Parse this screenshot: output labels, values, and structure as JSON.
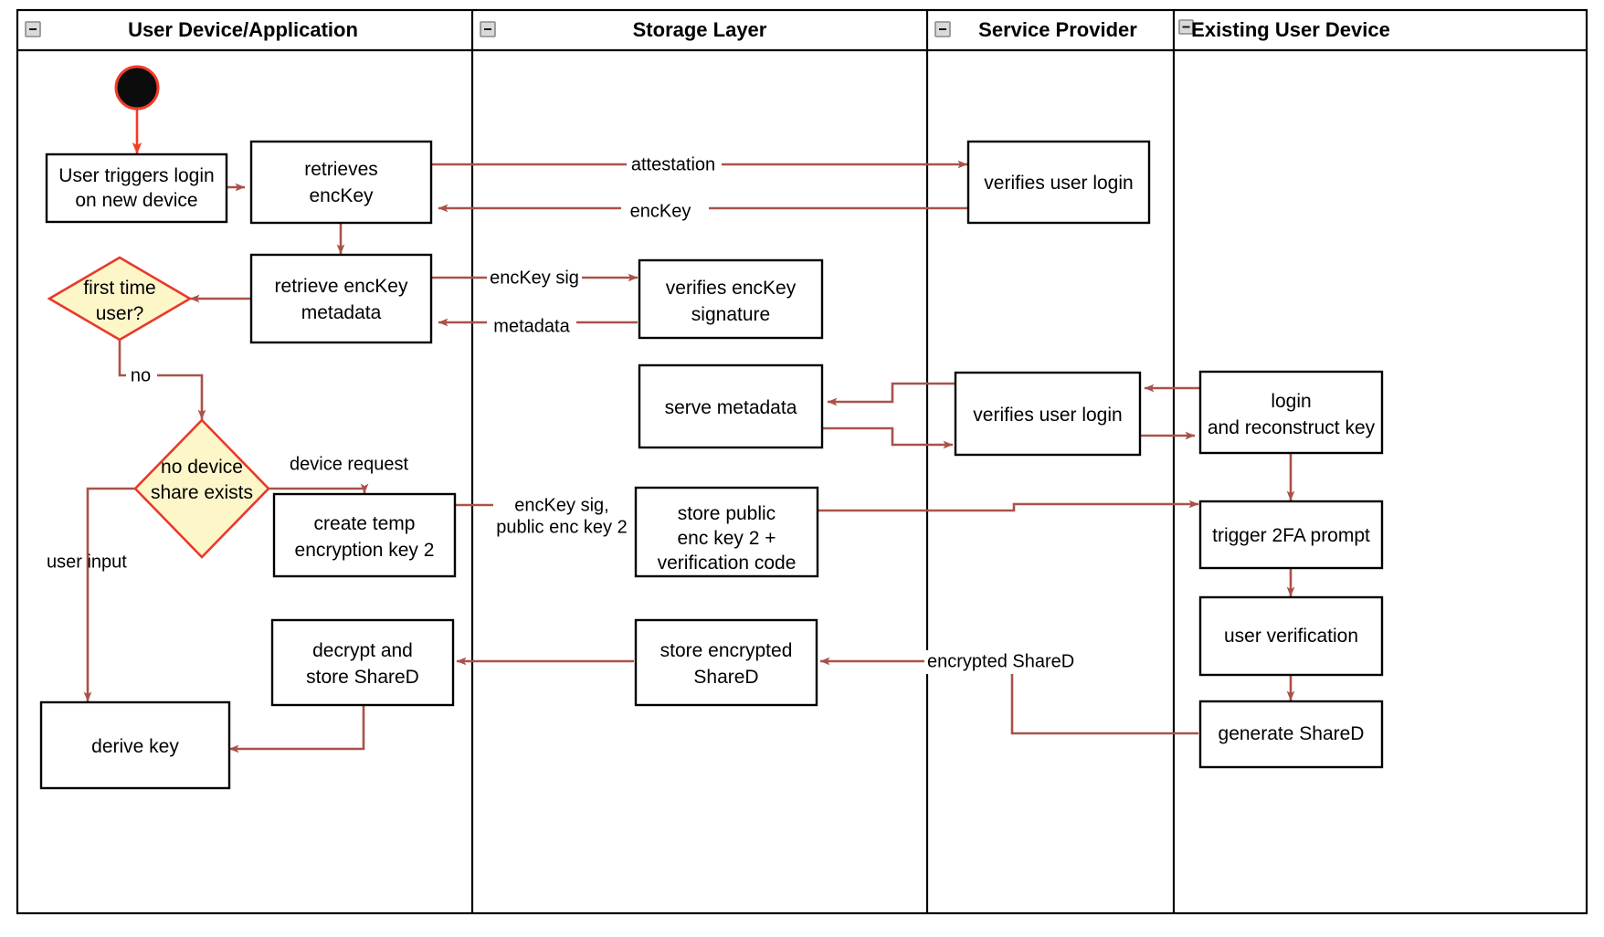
{
  "diagram": {
    "type": "uml-activity-swimlane",
    "title_bar_height": 52,
    "colors": {
      "flow_arrow": "#a9524a",
      "start_node_border": "#f23c28",
      "start_node_fill": "#0c0c0c",
      "decision_fill": "#fdf6c9",
      "decision_border": "#e8392a",
      "node_border": "#000000",
      "lane_border": "#000000",
      "text": "#000000"
    },
    "lanes": [
      {
        "id": "lane-user-device",
        "title": "User Device/Application",
        "collapse_icon": "minus-square-icon"
      },
      {
        "id": "lane-storage",
        "title": "Storage Layer",
        "collapse_icon": "minus-square-icon"
      },
      {
        "id": "lane-service-provider",
        "title": "Service Provider",
        "collapse_icon": "minus-square-icon"
      },
      {
        "id": "lane-existing-device",
        "title": "Existing User Device",
        "collapse_icon": "minus-square-icon"
      }
    ],
    "start_node": {
      "name": "initial-node",
      "label": ""
    },
    "nodes": [
      {
        "id": "n-user-triggers-login",
        "lane": "lane-user-device",
        "shape": "rect",
        "lines": [
          "User triggers login",
          "on new device"
        ]
      },
      {
        "id": "n-retrieves-enckey",
        "lane": "lane-user-device",
        "shape": "rect",
        "lines": [
          "retrieves",
          "encKey"
        ]
      },
      {
        "id": "n-retrieve-enckey-metadata",
        "lane": "lane-user-device",
        "shape": "rect",
        "lines": [
          "retrieve encKey",
          "metadata"
        ]
      },
      {
        "id": "n-first-time-user",
        "lane": "lane-user-device",
        "shape": "diamond",
        "lines": [
          "first time",
          "user?"
        ]
      },
      {
        "id": "n-no-device-share-exists",
        "lane": "lane-user-device",
        "shape": "diamond",
        "lines": [
          "no device",
          "share exists"
        ]
      },
      {
        "id": "n-create-temp-encryption-key-2",
        "lane": "lane-user-device",
        "shape": "rect",
        "lines": [
          "create temp",
          "encryption key 2"
        ]
      },
      {
        "id": "n-decrypt-and-store-shared",
        "lane": "lane-user-device",
        "shape": "rect",
        "lines": [
          "decrypt and",
          "store ShareD"
        ]
      },
      {
        "id": "n-derive-key",
        "lane": "lane-user-device",
        "shape": "rect",
        "lines": [
          "derive key"
        ]
      },
      {
        "id": "n-verifies-enckey-signature",
        "lane": "lane-storage",
        "shape": "rect",
        "lines": [
          "verifies encKey",
          "signature"
        ]
      },
      {
        "id": "n-serve-metadata",
        "lane": "lane-storage",
        "shape": "rect",
        "lines": [
          "serve metadata"
        ]
      },
      {
        "id": "n-store-public-enc-key-2",
        "lane": "lane-storage",
        "shape": "rect",
        "lines": [
          "store public",
          "enc key 2 +",
          "verification code"
        ]
      },
      {
        "id": "n-store-encrypted-shared",
        "lane": "lane-storage",
        "shape": "rect",
        "lines": [
          "store encrypted",
          "ShareD"
        ]
      },
      {
        "id": "n-verifies-user-login-1",
        "lane": "lane-service-provider",
        "shape": "rect",
        "lines": [
          "verifies user login"
        ]
      },
      {
        "id": "n-verifies-user-login-2",
        "lane": "lane-service-provider",
        "shape": "rect",
        "lines": [
          "verifies user login"
        ]
      },
      {
        "id": "n-login-and-reconstruct-key",
        "lane": "lane-existing-device",
        "shape": "rect",
        "lines": [
          "login",
          "and reconstruct key"
        ]
      },
      {
        "id": "n-trigger-2fa-prompt",
        "lane": "lane-existing-device",
        "shape": "rect",
        "lines": [
          "trigger 2FA prompt"
        ]
      },
      {
        "id": "n-user-verification",
        "lane": "lane-existing-device",
        "shape": "rect",
        "lines": [
          "user verification"
        ]
      },
      {
        "id": "n-generate-shared",
        "lane": "lane-existing-device",
        "shape": "rect",
        "lines": [
          "generate ShareD"
        ]
      }
    ],
    "edge_labels": [
      {
        "id": "e-attestation",
        "text": "attestation"
      },
      {
        "id": "e-enckey",
        "text": "encKey"
      },
      {
        "id": "e-enckey-sig",
        "text": "encKey sig"
      },
      {
        "id": "e-metadata",
        "text": "metadata"
      },
      {
        "id": "e-no",
        "text": "no"
      },
      {
        "id": "e-device-request",
        "text": "device request"
      },
      {
        "id": "e-user-input",
        "text": "user input"
      },
      {
        "id": "e-enckey-sig-pubkey-1",
        "text": "encKey sig,"
      },
      {
        "id": "e-enckey-sig-pubkey-2",
        "text": "public enc key 2"
      },
      {
        "id": "e-encrypted-shared",
        "text": "encrypted ShareD"
      }
    ]
  }
}
